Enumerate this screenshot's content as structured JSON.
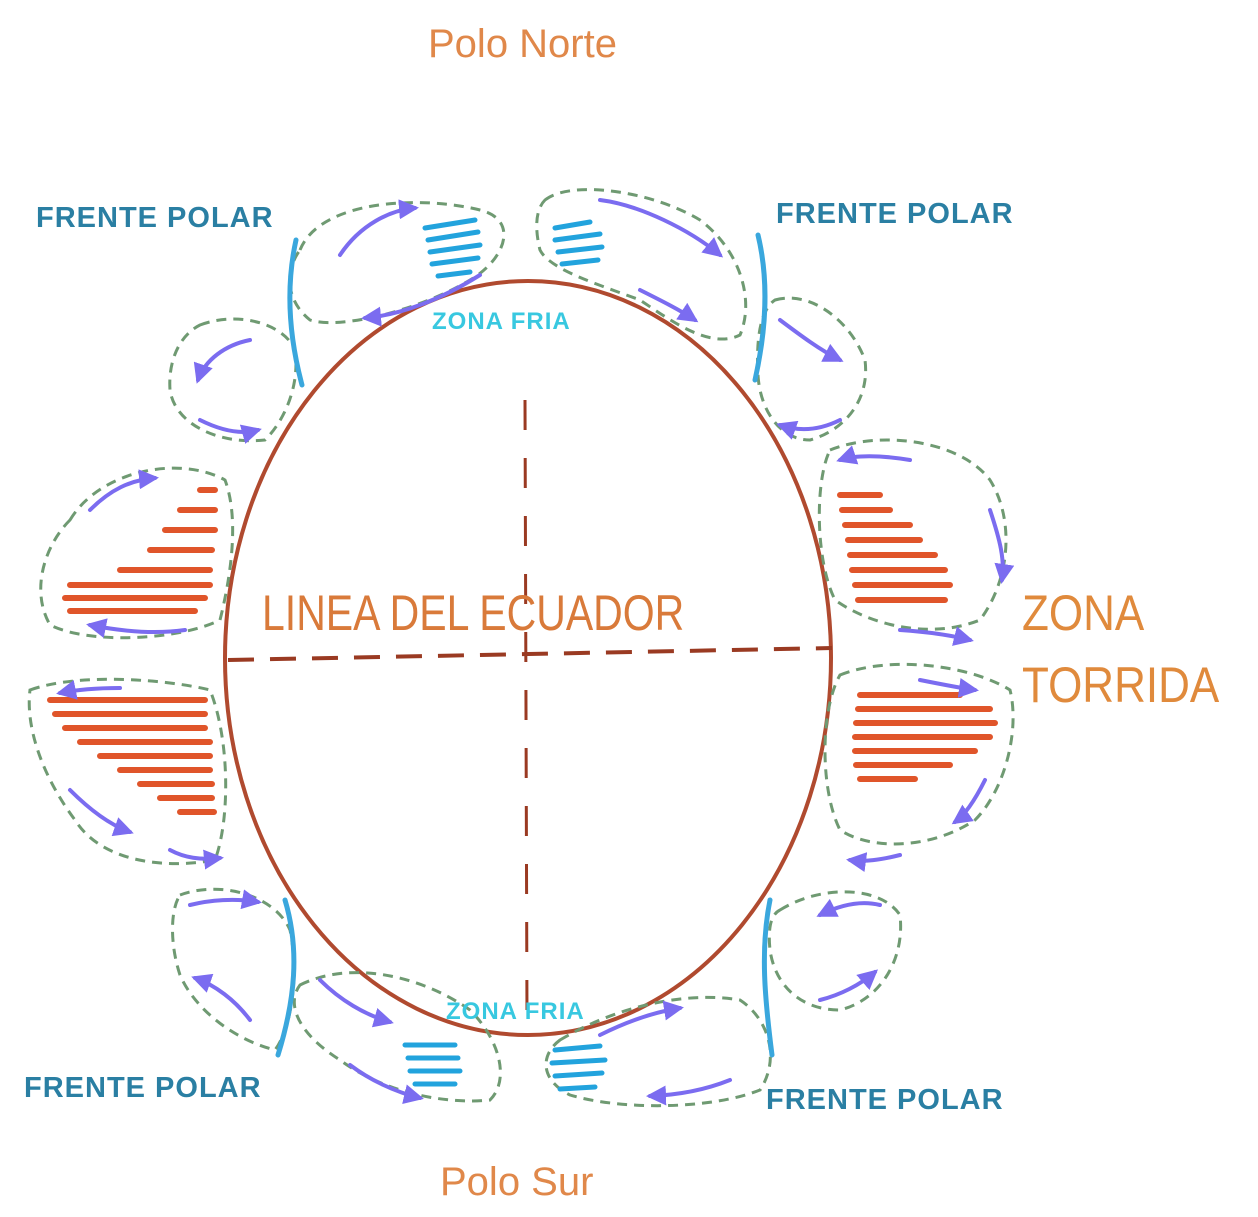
{
  "labels": {
    "north_pole": "Polo Norte",
    "south_pole": "Polo Sur",
    "polar_front_tl": "FRENTE  POLAR",
    "polar_front_tr": "FRENTE  POLAR",
    "polar_front_bl": "FRENTE  POLAR",
    "polar_front_br": "FRENTE  POLAR",
    "cold_zone_top": "ZONA  FRIA",
    "cold_zone_bottom": "ZONA FRIA",
    "equator_line": "LINEA DEL ECUADOR",
    "torrid_zone_line1": "ZONA",
    "torrid_zone_line2": "TORRIDA"
  },
  "colors": {
    "earth_outline": "#b04a2f",
    "axis_dash": "#9a3a22",
    "cell_outline": "#6f9a72",
    "wind_arrow": "#7b6cf0",
    "cold_mass": "#22a3dd",
    "warm_mass": "#e0552a",
    "polar_front_line": "#3aa7dd",
    "pole_text": "#e0884a",
    "front_text": "#2a7fa3",
    "fria_text": "#38c8e0",
    "equator_text": "#d97a3a"
  }
}
